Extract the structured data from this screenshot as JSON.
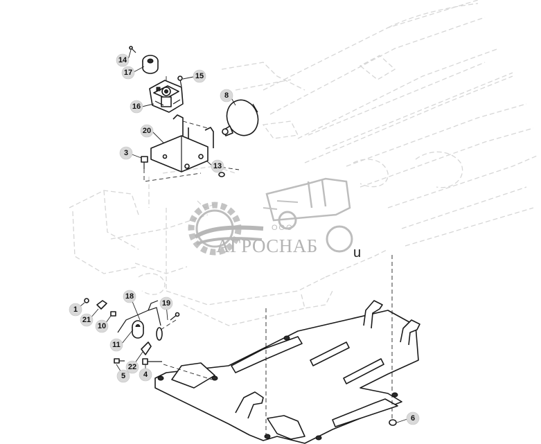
{
  "callouts": [
    {
      "label": "14"
    },
    {
      "label": "17"
    },
    {
      "label": "15"
    },
    {
      "label": "8"
    },
    {
      "label": "16"
    },
    {
      "label": "20"
    },
    {
      "label": "3"
    },
    {
      "label": "13"
    },
    {
      "label": "18"
    },
    {
      "label": "19"
    },
    {
      "label": "1"
    },
    {
      "label": "21"
    },
    {
      "label": "10"
    },
    {
      "label": "11"
    },
    {
      "label": "22"
    },
    {
      "label": "5"
    },
    {
      "label": "4"
    },
    {
      "label": "6"
    }
  ],
  "watermark": {
    "brand": "АГРОСНАБ",
    "prefix": "ООО",
    "icon": "agro-logo-gear-tractor"
  },
  "stray_text": "u",
  "colors": {
    "callout_fill": "#d9d9d9",
    "line": "#1a1a1a",
    "ghost": "#d6d6d6",
    "watermark": "#9a9a9a"
  }
}
